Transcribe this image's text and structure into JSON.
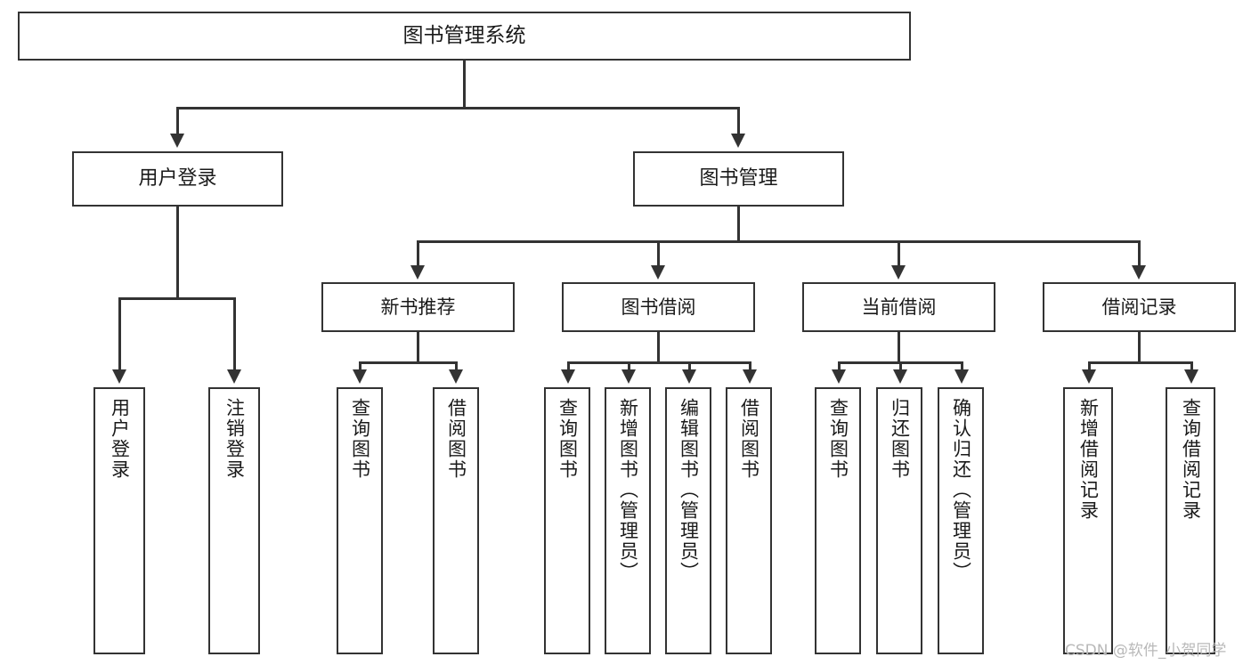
{
  "diagram": {
    "title": "图书管理系统",
    "type": "function-structure-tree",
    "watermark": "CSDN @软件_小贺同学",
    "colors": {
      "stroke": "#333333",
      "fill": "#ffffff",
      "text": "#1a1a1a",
      "watermark": "#b9b9b9"
    },
    "root": {
      "label": "图书管理系统"
    },
    "level2": [
      {
        "label": "用户登录"
      },
      {
        "label": "图书管理"
      }
    ],
    "level3": [
      {
        "label": "新书推荐"
      },
      {
        "label": "图书借阅"
      },
      {
        "label": "当前借阅"
      },
      {
        "label": "借阅记录"
      }
    ],
    "leaves": {
      "user_login": [
        {
          "label": "用户登录"
        },
        {
          "label": "注销登录"
        }
      ],
      "new_book": [
        {
          "label": "查询图书"
        },
        {
          "label": "借阅图书"
        }
      ],
      "book_borrow": [
        {
          "label": "查询图书"
        },
        {
          "label": "新增图书（管理员）"
        },
        {
          "label": "编辑图书（管理员）"
        },
        {
          "label": "借阅图书"
        }
      ],
      "current_borrow": [
        {
          "label": "查询图书"
        },
        {
          "label": "归还图书"
        },
        {
          "label": "确认归还（管理员）"
        }
      ],
      "borrow_record": [
        {
          "label": "新增借阅记录"
        },
        {
          "label": "查询借阅记录"
        }
      ]
    }
  }
}
